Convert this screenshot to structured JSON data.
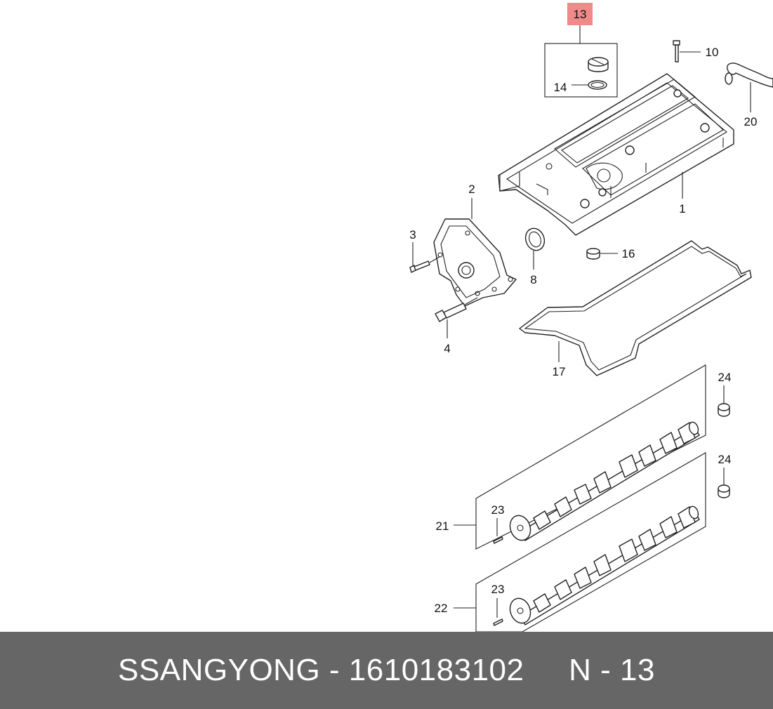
{
  "callouts": {
    "c1": "1",
    "c2": "2",
    "c3": "3",
    "c4": "4",
    "c8": "8",
    "c10": "10",
    "c13": "13",
    "c14": "14",
    "c16": "16",
    "c17": "17",
    "c20": "20",
    "c21": "21",
    "c22": "22",
    "c23a": "23",
    "c23b": "23",
    "c24a": "24",
    "c24b": "24"
  },
  "highlight_color": "#f08a8a",
  "footer": {
    "brand": "SSANGYONG",
    "separator": " - ",
    "part_number": "1610183102",
    "gap": "     ",
    "ref": "N - 13"
  }
}
